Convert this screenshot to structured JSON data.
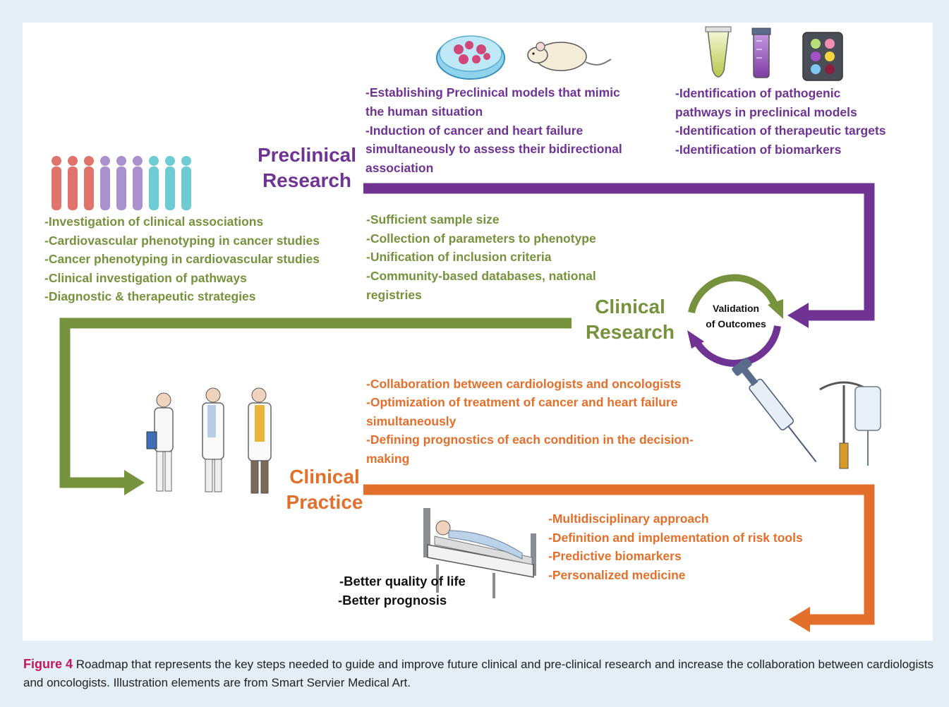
{
  "stages": {
    "preclinical": [
      "Preclinical",
      "Research"
    ],
    "clinical_research": [
      "Clinical",
      "Research"
    ],
    "clinical_practice": [
      "Clinical",
      "Practice"
    ]
  },
  "cycle_label": [
    "Validation",
    "of Outcomes"
  ],
  "preclinical_models": [
    "-Establishing Preclinical models that mimic",
    "the human situation",
    "-Induction of cancer and heart failure",
    "simultaneously to assess their bidirectional",
    "association"
  ],
  "preclinical_targets": [
    "-Identification of pathogenic",
    "pathways in preclinical models",
    "-Identification of therapeutic targets",
    "-Identification of biomarkers"
  ],
  "clinical_investigation": [
    "-Investigation of clinical associations",
    "-Cardiovascular phenotyping in cancer studies",
    "-Cancer phenotyping in cardiovascular studies",
    "-Clinical investigation of pathways",
    "-Diagnostic & therapeutic strategies"
  ],
  "clinical_design": [
    "-Sufficient sample size",
    "-Collection of parameters to phenotype",
    "-Unification of inclusion criteria",
    "-Community-based databases, national",
    "registries"
  ],
  "practice_collaboration": [
    "-Collaboration between cardiologists and oncologists",
    "-Optimization of treatment of cancer and heart failure",
    "simultaneously",
    "-Defining prognostics of each condition in the decision-",
    "making"
  ],
  "practice_tools": [
    "-Multidisciplinary approach",
    "-Definition and implementation of risk tools",
    "-Predictive biomarkers",
    "-Personalized medicine"
  ],
  "outcomes": [
    "-Better quality of life",
    "-Better prognosis"
  ],
  "caption": {
    "label": "Figure 4",
    "text": " Roadmap that represents the key steps needed to guide and improve future clinical and pre-clinical research and increase the collaboration between cardiologists and oncologists. Illustration elements are from Smart Servier Medical Art."
  },
  "colors": {
    "purple": "#6f3394",
    "green": "#76923c",
    "orange": "#e2702c",
    "panel_bg": "#e3eef6",
    "caption_label": "#c2185b"
  },
  "icons": [
    "petri-dish-icon",
    "mouse-icon",
    "test-tube-icon",
    "centrifuge-tube-icon",
    "well-plate-icon",
    "human-figures-icon",
    "doctors-icon",
    "syringe-icon",
    "iv-drip-icon",
    "hospital-bed-icon",
    "validation-cycle-icon"
  ]
}
